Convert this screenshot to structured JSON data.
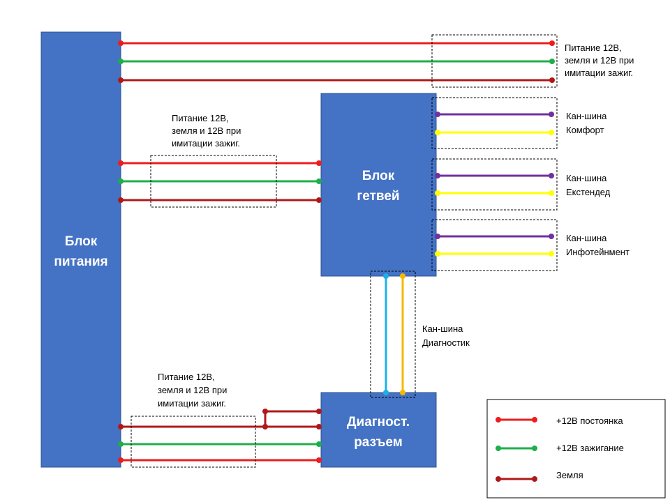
{
  "colors": {
    "block": "#4472C4",
    "block_border": "#2F528F",
    "plus12_constant": "#EE1C1C",
    "plus12_ignition": "#1DAF4A",
    "ground": "#B01818",
    "can_high": "#7030A0",
    "can_low": "#FFFF00",
    "diag_high": "#1CB0E8",
    "diag_low": "#F5B800"
  },
  "blocks": {
    "power": {
      "line1": "Блок",
      "line2": "питания"
    },
    "gateway": {
      "line1": "Блок",
      "line2": "гетвей"
    },
    "diag": {
      "line1": "Диагност.",
      "line2": "разъем"
    }
  },
  "labels": {
    "top_power": {
      "line1": "Питание 12В,",
      "line2": "земля и 12В при",
      "line3": "имитации зажиг."
    },
    "gateway_power": {
      "line1": "Питание 12В,",
      "line2": "земля и 12В при",
      "line3": "имитации зажиг."
    },
    "diag_power": {
      "line1": "Питание 12В,",
      "line2": "земля и 12В при",
      "line3": "имитации зажиг."
    },
    "can_comfort": {
      "line1": "Кан-шина",
      "line2": "Комфорт"
    },
    "can_extended": {
      "line1": "Кан-шина",
      "line2": "Екстендед"
    },
    "can_infotainment": {
      "line1": "Кан-шина",
      "line2": "Инфотейнмент"
    },
    "can_diagnostic": {
      "line1": "Кан-шина",
      "line2": "Диагностик"
    }
  },
  "legend": {
    "items": [
      {
        "label": "+12В постоянка",
        "color": "#EE1C1C"
      },
      {
        "label": "+12В зажигание",
        "color": "#1DAF4A"
      },
      {
        "label": "Земля",
        "color": "#B01818"
      }
    ]
  }
}
